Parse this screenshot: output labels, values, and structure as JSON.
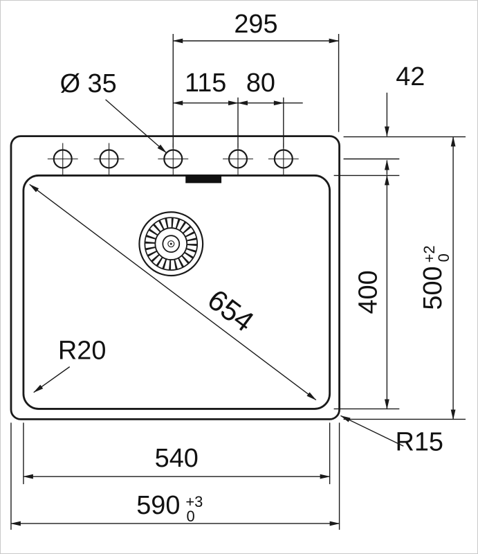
{
  "drawing": {
    "type": "sink-technical-drawing",
    "colors": {
      "line": "#1a1a1a",
      "background": "#ffffff"
    },
    "labels": {
      "dim_295": "295",
      "dim_115": "115",
      "dim_80": "80",
      "dim_42": "42",
      "hole_diameter": "Ø 35",
      "diagonal_654": "654",
      "dim_400": "400",
      "dim_500": "500",
      "tol_500_plus": "+2",
      "tol_500_minus": "0",
      "radius_inner": "R20",
      "radius_outer": "R15",
      "dim_540": "540",
      "dim_590": "590",
      "tol_590_plus": "+3",
      "tol_590_minus": "0"
    }
  }
}
